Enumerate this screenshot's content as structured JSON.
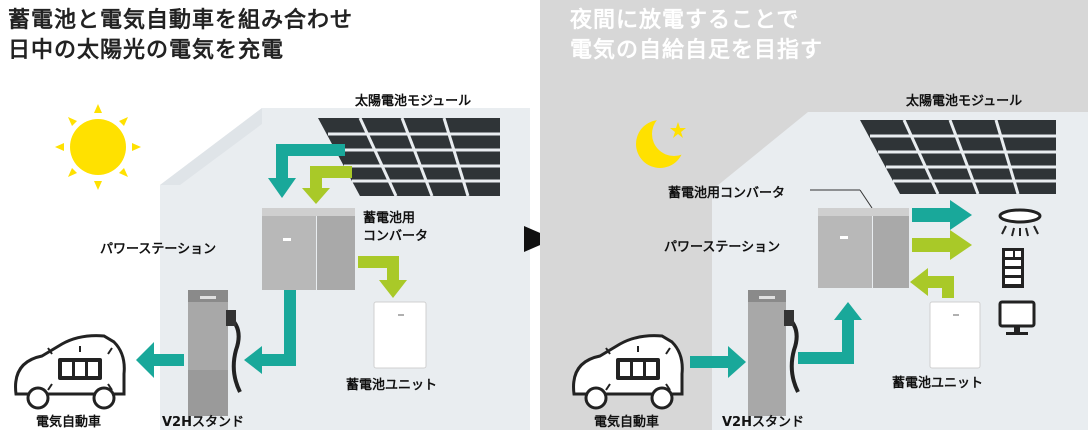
{
  "left": {
    "title_line1": "蓄電池と電気自動車を組み合わせ",
    "title_line2": "日中の太陽光の電気を充電",
    "labels": {
      "solar_module": "太陽電池モジュール",
      "power_station": "パワーステーション",
      "battery_converter_1": "蓄電池用",
      "battery_converter_2": "コンバータ",
      "battery_unit": "蓄電池ユニット",
      "ev": "電気自動車",
      "v2h_stand": "V2Hスタンド"
    }
  },
  "right": {
    "title_line1": "夜間に放電することで",
    "title_line2": "電気の自給自足を目指す",
    "labels": {
      "solar_module": "太陽電池モジュール",
      "battery_converter": "蓄電池用コンバータ",
      "power_station": "パワーステーション",
      "battery_unit": "蓄電池ユニット",
      "ev": "電気自動車",
      "v2h_stand": "V2Hスタンド"
    }
  },
  "colors": {
    "teal_arrow": "#19a89a",
    "green_arrow": "#a9c928",
    "sun": "#ffe100",
    "moon": "#ffe100",
    "house": "#e9edf0",
    "night_bg": "#d7d7d7"
  }
}
